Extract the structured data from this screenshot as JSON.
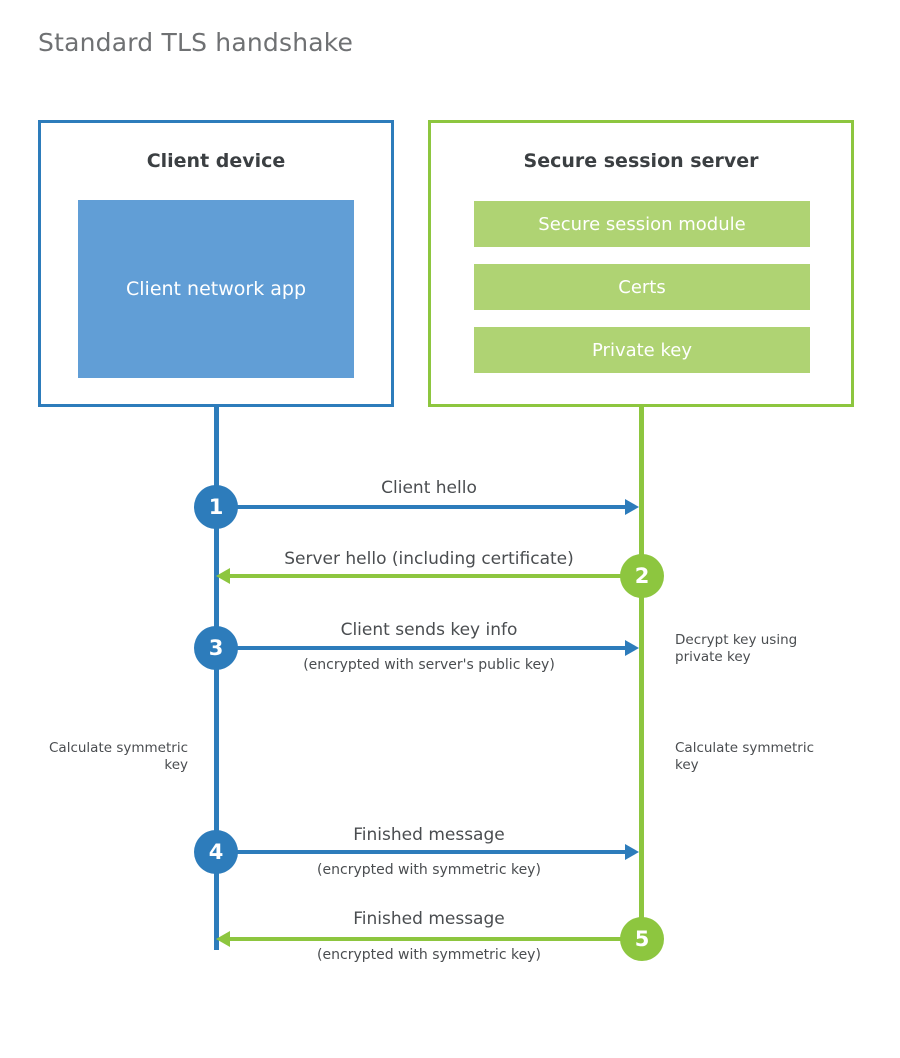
{
  "page": {
    "title": "Standard TLS handshake"
  },
  "colors": {
    "client_accent": "#2d7cbb",
    "server_accent": "#8dc63f",
    "client_block_fill": "#619ed6",
    "server_bar_fill": "#afd373",
    "title_text": "#6f7173",
    "body_text": "#4a4d50",
    "heading_text": "#3b3f42",
    "background": "#ffffff"
  },
  "client": {
    "title": "Client device",
    "app_label": "Client network app"
  },
  "server": {
    "title": "Secure session server",
    "components": [
      {
        "label": "Secure session module"
      },
      {
        "label": "Certs"
      },
      {
        "label": "Private key"
      }
    ]
  },
  "steps": [
    {
      "number": "1",
      "label": "Client hello",
      "sublabel": "",
      "direction": "client-to-server",
      "color": "#2d7cbb"
    },
    {
      "number": "2",
      "label": "Server hello (including certificate)",
      "sublabel": "",
      "direction": "server-to-client",
      "color": "#8dc63f"
    },
    {
      "number": "3",
      "label": "Client sends key info",
      "sublabel": "(encrypted with server's public key)",
      "direction": "client-to-server",
      "color": "#2d7cbb"
    },
    {
      "number": "4",
      "label": "Finished message",
      "sublabel": "(encrypted with symmetric key)",
      "direction": "client-to-server",
      "color": "#2d7cbb"
    },
    {
      "number": "5",
      "label": "Finished message",
      "sublabel": "(encrypted with symmetric key)",
      "direction": "server-to-client",
      "color": "#8dc63f"
    }
  ],
  "annotations": {
    "server_decrypt": "Decrypt key using private key",
    "client_calculate": "Calculate symmetric key",
    "server_calculate": "Calculate symmetric key"
  }
}
